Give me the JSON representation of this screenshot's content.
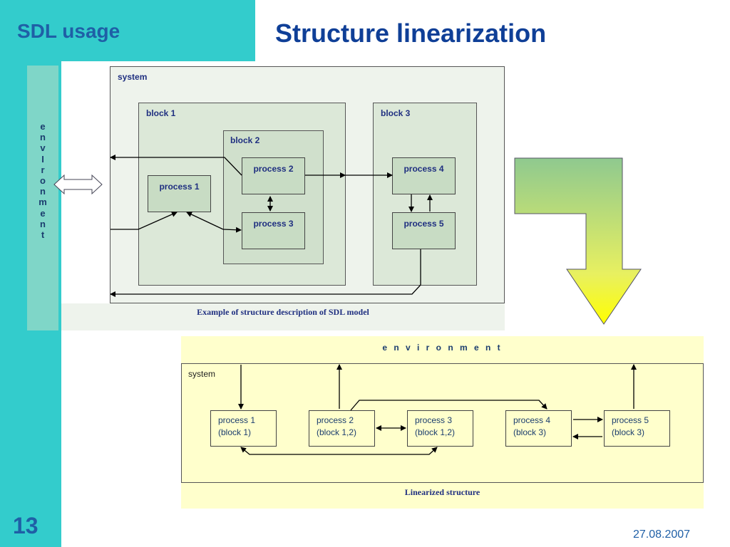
{
  "header": {
    "section_title": "SDL usage",
    "slide_title": "Structure linearization"
  },
  "left_env": {
    "letters": [
      "e",
      "n",
      "v",
      "I",
      "r",
      "o",
      "n",
      "m",
      "e",
      "n",
      "t"
    ]
  },
  "top_diagram": {
    "system_label": "system",
    "block1_label": "block 1",
    "block2_label": "block 2",
    "block3_label": "block 3",
    "process1": "process 1",
    "process2": "process 2",
    "process3": "process 3",
    "process4": "process 4",
    "process5": "process 5",
    "caption": "Example of structure description of SDL model"
  },
  "bottom_diagram": {
    "environment_label": "e n v i r o n m e n t",
    "system_label": "system",
    "processes": [
      {
        "name": "process 1",
        "block": "(block 1)"
      },
      {
        "name": "process 2",
        "block": "(block 1,2)"
      },
      {
        "name": "process 3",
        "block": "(block 1,2)"
      },
      {
        "name": "process 4",
        "block": "(block 3)"
      },
      {
        "name": "process 5",
        "block": "(block 3)"
      }
    ],
    "caption": "Linearized structure"
  },
  "footer": {
    "page_number": "13",
    "date": "27.08.2007"
  },
  "colors": {
    "accent_teal": "#33cccc",
    "title_blue": "#0f3f97",
    "panel_yellow": "#ffffcc",
    "panel_green": "#eef3ec"
  }
}
